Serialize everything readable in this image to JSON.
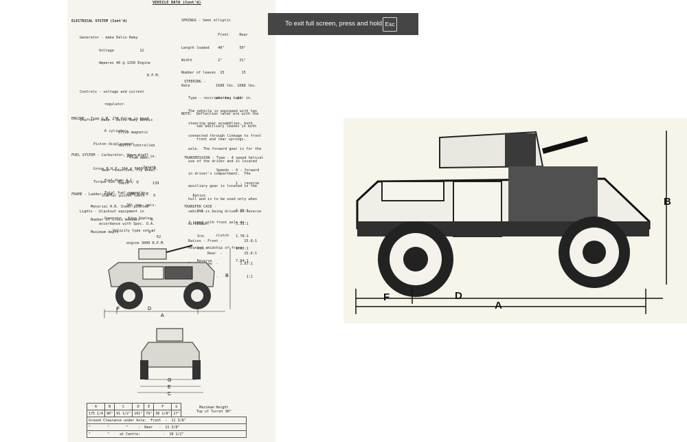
{
  "toast": {
    "text": "To exit full screen, press and hold",
    "key": "Esc"
  },
  "doc": {
    "title": "VEHICLE DATA (Cont'd)",
    "electrical": [
      "ELECTRICAL SYSTEM (Cont'd)",
      "Generator - make Delco Remy",
      "Voltage            12",
      "Amperes 40 @ 1250 Engine",
      "R.P.M.",
      "Controls - voltage and current",
      "regulator.",
      "Starter - make - Delco Remy Bendix",
      "drive magnetic",
      "switch controlled",
      "from dash.",
      "Gear reduction, fly wheel",
      "teeth -         139",
      "Starter pinion teeth    9",
      "Lights - blackout equipment in",
      "accordance with Spec. O.A.",
      "62"
    ],
    "engine": [
      "ENGINE - Type G.M. 270 Valve in head",
      "6 cylinders.",
      "Piston displacement -",
      "269.57 cu. in.",
      "Gross B.H.P. 104 @ 3000 R.P.M.",
      "Torque 220 ft. lbs. @",
      "1600 R.P.M."
    ],
    "fuel": [
      "FUEL SYSTEM - Carburetor, Down draft",
      "Zenith",
      "Fuel Pump A.C.",
      "Total fuel capacity -",
      "30½ imp. gals.",
      "Governor - King Seeley,",
      "Velocity type set at",
      "engine 3000 R.P.M."
    ],
    "frame": [
      "FRAME - Ladder type",
      "Material H.R. Steel pickled",
      "Number of cross members -   6",
      "Maximum depth -            8\""
    ],
    "springs": [
      "SPRINGS - Semi elliptic",
      "                 Front     Rear",
      "Length loaded    40\"       50\"",
      "Width            2\"        2½\"",
      "Number of leaves  15        15",
      "Rate            1688 lbs. 1088 lbs.",
      "                per in.   per in.",
      "NOTE:  Deflection rates are with the",
      "       two auxiliary leaves in both",
      "       front and rear springs."
    ],
    "steering": [
      "STEERING -",
      "Type - recirculating ball",
      "The vehicle is equipped with two",
      "steering gear assemblies, both",
      "connected through linkage to front",
      "axle.  The forward gear is for the",
      "use of the driver and is located",
      "in driver's compartment.  The",
      "auxiliary gear is located in the",
      "hull and is to be used only when",
      "vehicle is being driven in reverse",
      "direction.",
      "Ratios - Front -          25.6:1",
      "         Rear  -          25.6:1"
    ],
    "transmission": [
      "TRANSMISSION - Type - 4 speed helical",
      "               Speeds - 4 - forward",
      "                        1 - reverse",
      "    Ratios",
      "      1st.              6.39:1",
      "      2nd.              3.31:1",
      "      3rd.              1.78:1",
      "      4th.              1.00:1",
      "      Reverse           7.84:1"
    ],
    "transfer": [
      "TRANSFER CASE -",
      "  2 speed with front axle de-",
      "  clutch",
      "  Mounted amidship of frame",
      "  Ratio - Low  -          1.87:1",
      "          High -             1:1"
    ],
    "dim_headers": [
      "A",
      "B",
      "C",
      "D",
      "E",
      "F",
      "G"
    ],
    "dim_values": [
      "175 1/4",
      "90\"",
      "91 1/2\"",
      "101\"",
      "79\"",
      "30 1/8\"",
      "27\""
    ],
    "max_height": "Maximum Height\nTop of Turret 90\"",
    "clearance": [
      "Ground Clearance under Axle:  Front  -  11 3/8\"",
      "\"        \"        \"     :  Rear   -  11 3/8\"",
      "\"        \"     at Centre:           -  18 1/2\""
    ],
    "small_side_labels": [
      "F",
      "D",
      "A",
      "B"
    ],
    "small_front_labels": [
      "G",
      "E",
      "C"
    ]
  },
  "photo": {
    "labels": {
      "F": "F",
      "D": "D",
      "A": "A",
      "B": "B"
    }
  }
}
